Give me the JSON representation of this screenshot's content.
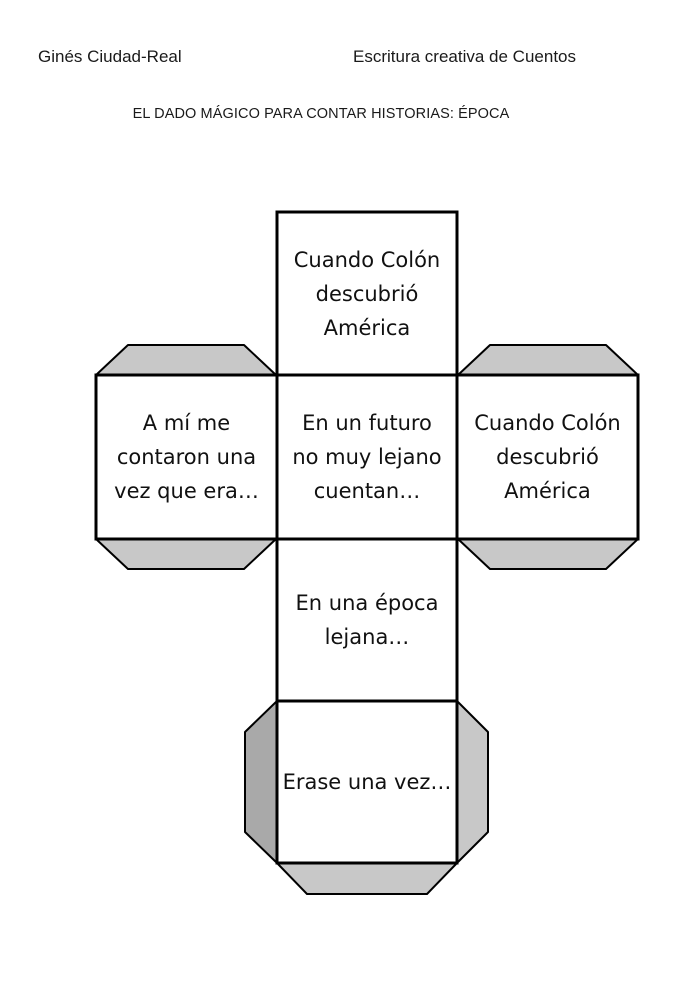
{
  "header": {
    "author": "Ginés Ciudad-Real",
    "course": "Escritura creativa de Cuentos",
    "title": "EL DADO MÁGICO PARA CONTAR HISTORIAS: ÉPOCA"
  },
  "faces": {
    "top": "Cuando Colón\ndescubrió\nAmérica",
    "left": "A mí me\ncontaron una\nvez que era…",
    "center": "En un futuro\nno muy lejano\ncuentan…",
    "right": "Cuando Colón\ndescubrió\nAmérica",
    "lower": "En una época\nlejana…",
    "bottom": "Erase una vez…"
  },
  "colors": {
    "tab_fill": "#c8c8c8",
    "tab_fill_dark": "#a9a9a9",
    "outline": "#000000"
  }
}
